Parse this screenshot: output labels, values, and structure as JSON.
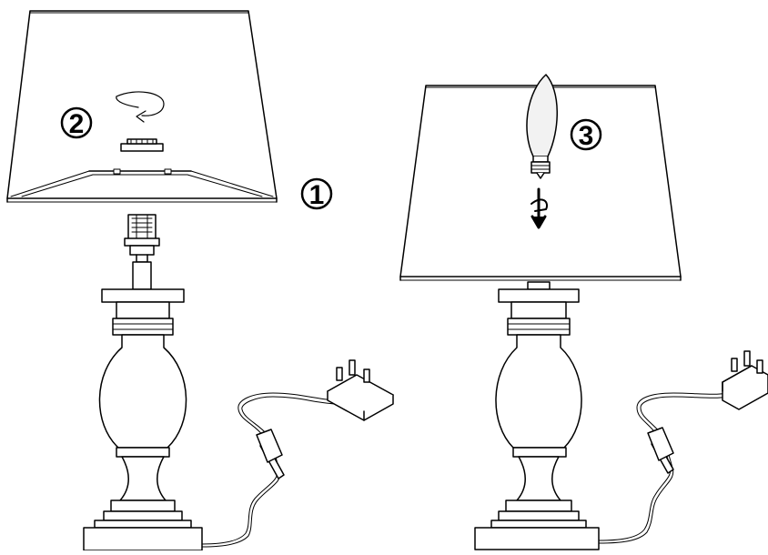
{
  "steps": {
    "step1": "1",
    "step2": "2",
    "step3": "3"
  },
  "icons": {
    "rotate": "rotate-arrow-icon",
    "insert": "insert-arrow-icon",
    "bulb": "light-bulb-icon",
    "plug": "plug-icon",
    "switch": "inline-switch-icon"
  },
  "colors": {
    "line": "#000000",
    "background": "#ffffff",
    "bulb_fill": "#f2f2f2",
    "base_fill": "#ffffff"
  }
}
